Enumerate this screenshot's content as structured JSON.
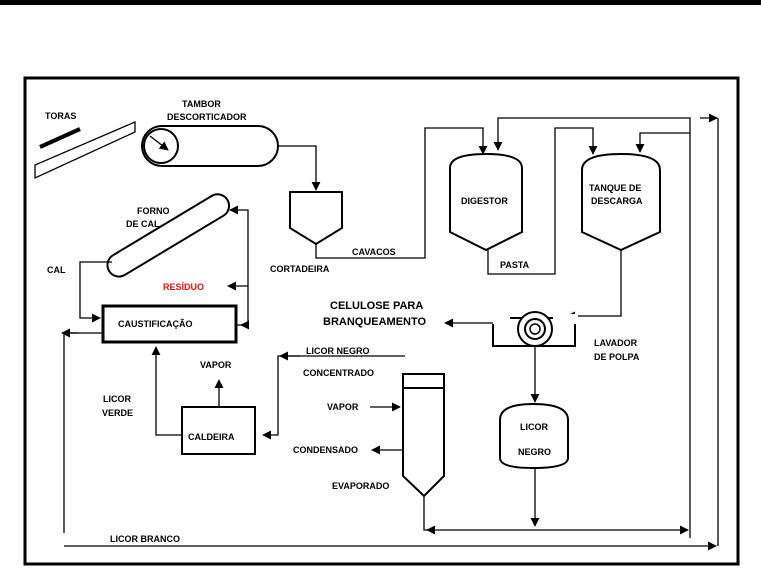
{
  "labels": {
    "toras": "TORAS",
    "tambor_1": "TAMBOR",
    "tambor_2": "DESCORTICADOR",
    "forno_1": "FORNO",
    "forno_2": "DE CAL",
    "cal": "CAL",
    "residuo": "RESÍDUO",
    "caustificacao": "CAUSTIFICAÇÃO",
    "cortadeira": "CORTADEIRA",
    "cavacos": "CAVACOS",
    "digestor": "DIGESTOR",
    "pasta": "PASTA",
    "tanque_1": "TANQUE DE",
    "tanque_2": "DESCARGA",
    "celulose_1": "CELULOSE PARA",
    "celulose_2": "BRANQUEAMENTO",
    "lavador_1": "LAVADOR",
    "lavador_2": "DE POLPA",
    "licor_negro_conc": "LICOR NEGRO",
    "concentrado": "CONCENTRADO",
    "vapor_caldeira": "VAPOR",
    "licor_verde_1": "LICOR",
    "licor_verde_2": "VERDE",
    "caldeira": "CALDEIRA",
    "vapor_evap": "VAPOR",
    "condensado": "CONDENSADO",
    "evaporado": "EVAPORADO",
    "licor_tank_1": "LICOR",
    "licor_tank_2": "NEGRO",
    "licor_branco": "LICOR BRANCO"
  },
  "colors": {
    "residuo": "#e01010",
    "stroke": "#000000"
  }
}
